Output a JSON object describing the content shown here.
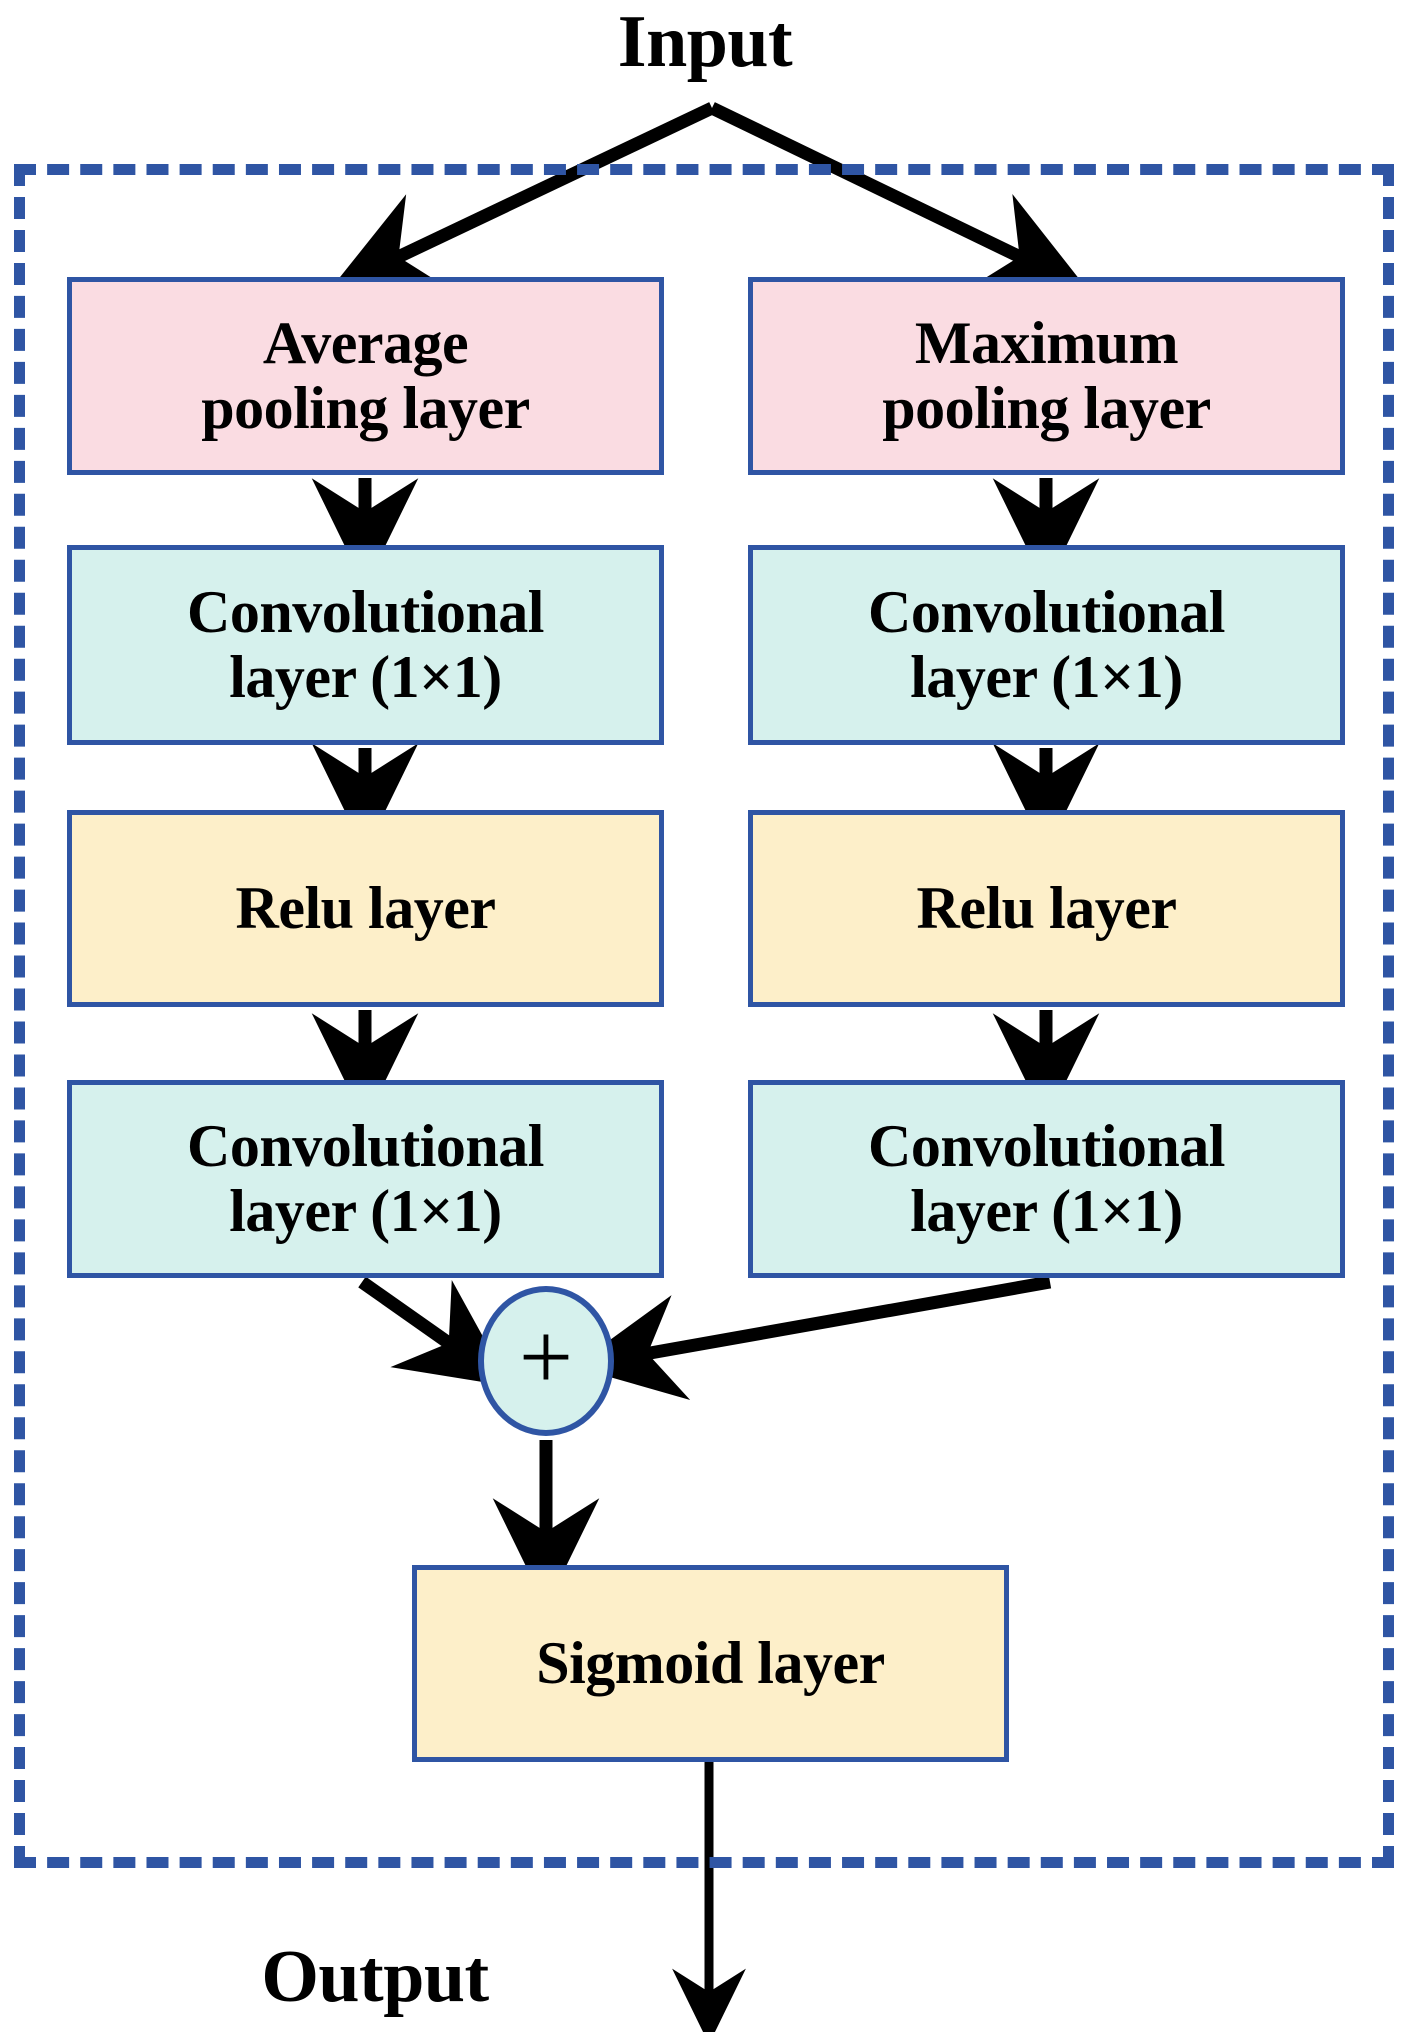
{
  "diagram": {
    "title_input": "Input",
    "title_output": "Output",
    "container_label": "attention-module-dashed-boundary",
    "colors": {
      "border_blue": "#2F55A4",
      "pooling_pink": "#FADCE2",
      "conv_cyan": "#D6F1ED",
      "activation_cream": "#FDEFC9",
      "arrow_black": "#000000",
      "background": "#FFFFFF"
    },
    "sum_symbol": "+",
    "branches": {
      "left": {
        "name": "average-pooling-branch",
        "nodes": [
          {
            "id": "avg-pool",
            "line1": "Average",
            "line2": "pooling layer"
          },
          {
            "id": "conv-a1",
            "line1": "Convolutional",
            "line2": "layer (1×1)"
          },
          {
            "id": "relu-a",
            "line1": "Relu layer",
            "line2": ""
          },
          {
            "id": "conv-a2",
            "line1": "Convolutional",
            "line2": "layer (1×1)"
          }
        ]
      },
      "right": {
        "name": "maximum-pooling-branch",
        "nodes": [
          {
            "id": "max-pool",
            "line1": "Maximum",
            "line2": "pooling layer"
          },
          {
            "id": "conv-b1",
            "line1": "Convolutional",
            "line2": "layer (1×1)"
          },
          {
            "id": "relu-b",
            "line1": "Relu layer",
            "line2": ""
          },
          {
            "id": "conv-b2",
            "line1": "Convolutional",
            "line2": "layer (1×1)"
          }
        ]
      }
    },
    "merge": {
      "node_id": "sum",
      "symbol": "+"
    },
    "output_stage": {
      "id": "sigmoid",
      "line1": "Sigmoid layer",
      "line2": ""
    }
  }
}
